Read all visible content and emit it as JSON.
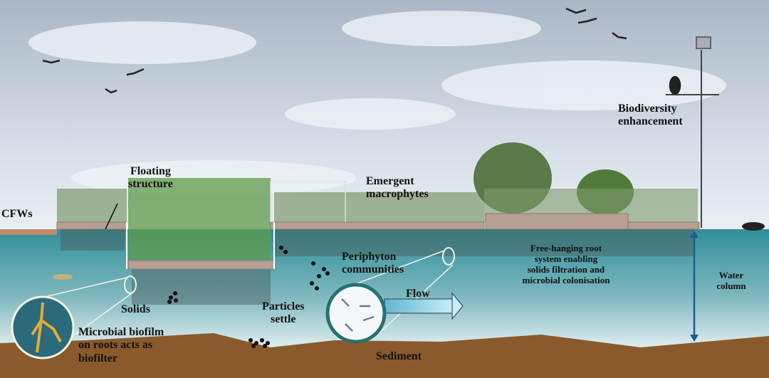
{
  "labels": {
    "cfws": "CFWs",
    "floating_structure": [
      "Floating",
      "structure"
    ],
    "emergent_macrophytes": [
      "Emergent",
      "macrophytes"
    ],
    "biodiversity": [
      "Biodiversity",
      "enhancement"
    ],
    "periphyton": [
      "Periphyton",
      "communities"
    ],
    "root_system": [
      "Free-hanging root",
      "system enabling",
      "solids filtration and",
      "microbial colonisation"
    ],
    "water_column": [
      "Water",
      "column"
    ],
    "solids": "Solids",
    "particles_settle": [
      "Particles",
      "settle"
    ],
    "flow": "Flow",
    "biofilm": [
      "Microbial biofilm",
      "on roots acts as",
      "biofilter"
    ],
    "sediment": "Sediment"
  },
  "colors": {
    "water_top": "#2f8e99",
    "water_bottom": "#e4f0f2",
    "sediment": "#8a5a2c",
    "platform": "#b79f93",
    "flow_arrow": "#8fd6e8"
  }
}
